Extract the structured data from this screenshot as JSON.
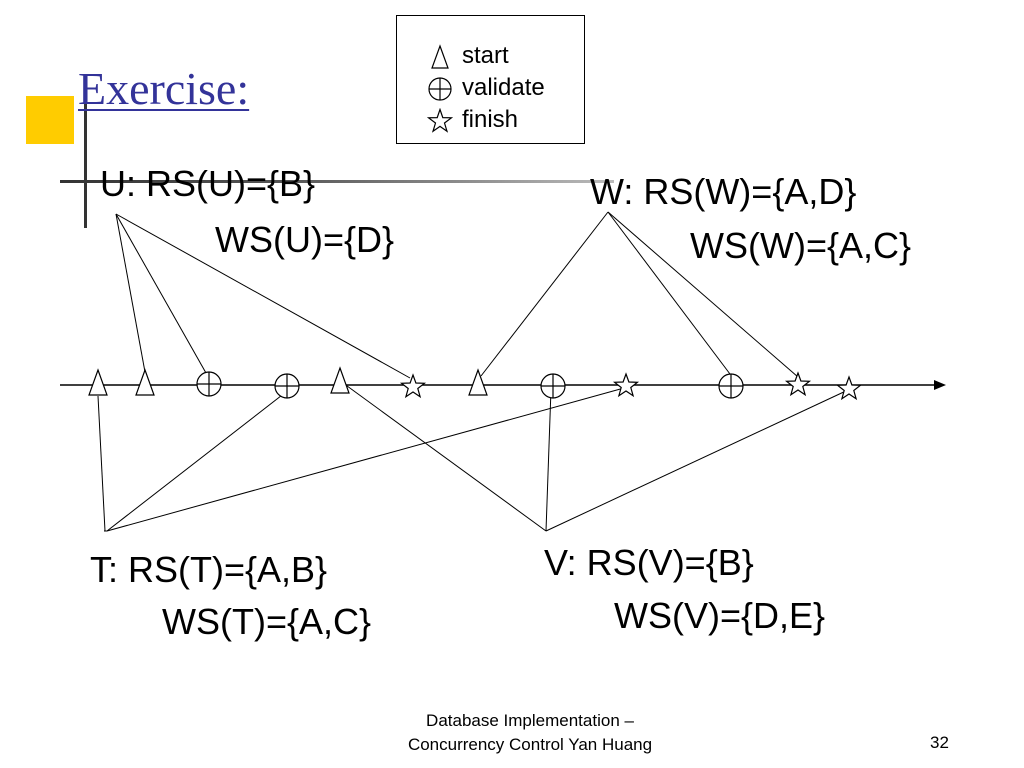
{
  "title": "Exercise:",
  "legend": [
    {
      "icon": "triangle",
      "label": "start"
    },
    {
      "icon": "circle-plus",
      "label": "validate"
    },
    {
      "icon": "star",
      "label": "finish"
    }
  ],
  "transactions": {
    "U": {
      "rs": "U: RS(U)={B}",
      "ws": "WS(U)={D}"
    },
    "W": {
      "rs": "W: RS(W)={A,D}",
      "ws": "WS(W)={A,C}"
    },
    "T": {
      "rs": "T: RS(T)={A,B}",
      "ws": "WS(T)={A,C}"
    },
    "V": {
      "rs": "V: RS(V)={B}",
      "ws": "WS(V)={D,E}"
    }
  },
  "events": [
    {
      "type": "start",
      "txn": "T"
    },
    {
      "type": "start",
      "txn": "U"
    },
    {
      "type": "validate",
      "txn": "U"
    },
    {
      "type": "validate",
      "txn": "T"
    },
    {
      "type": "start",
      "txn": "V"
    },
    {
      "type": "finish",
      "txn": "U"
    },
    {
      "type": "start",
      "txn": "W"
    },
    {
      "type": "validate",
      "txn": "V"
    },
    {
      "type": "finish",
      "txn": "T"
    },
    {
      "type": "validate",
      "txn": "W"
    },
    {
      "type": "finish",
      "txn": "W"
    },
    {
      "type": "finish",
      "txn": "V"
    }
  ],
  "footer": {
    "line1": "Database Implementation –",
    "line2": "Concurrency Control Yan Huang",
    "page": "32"
  }
}
